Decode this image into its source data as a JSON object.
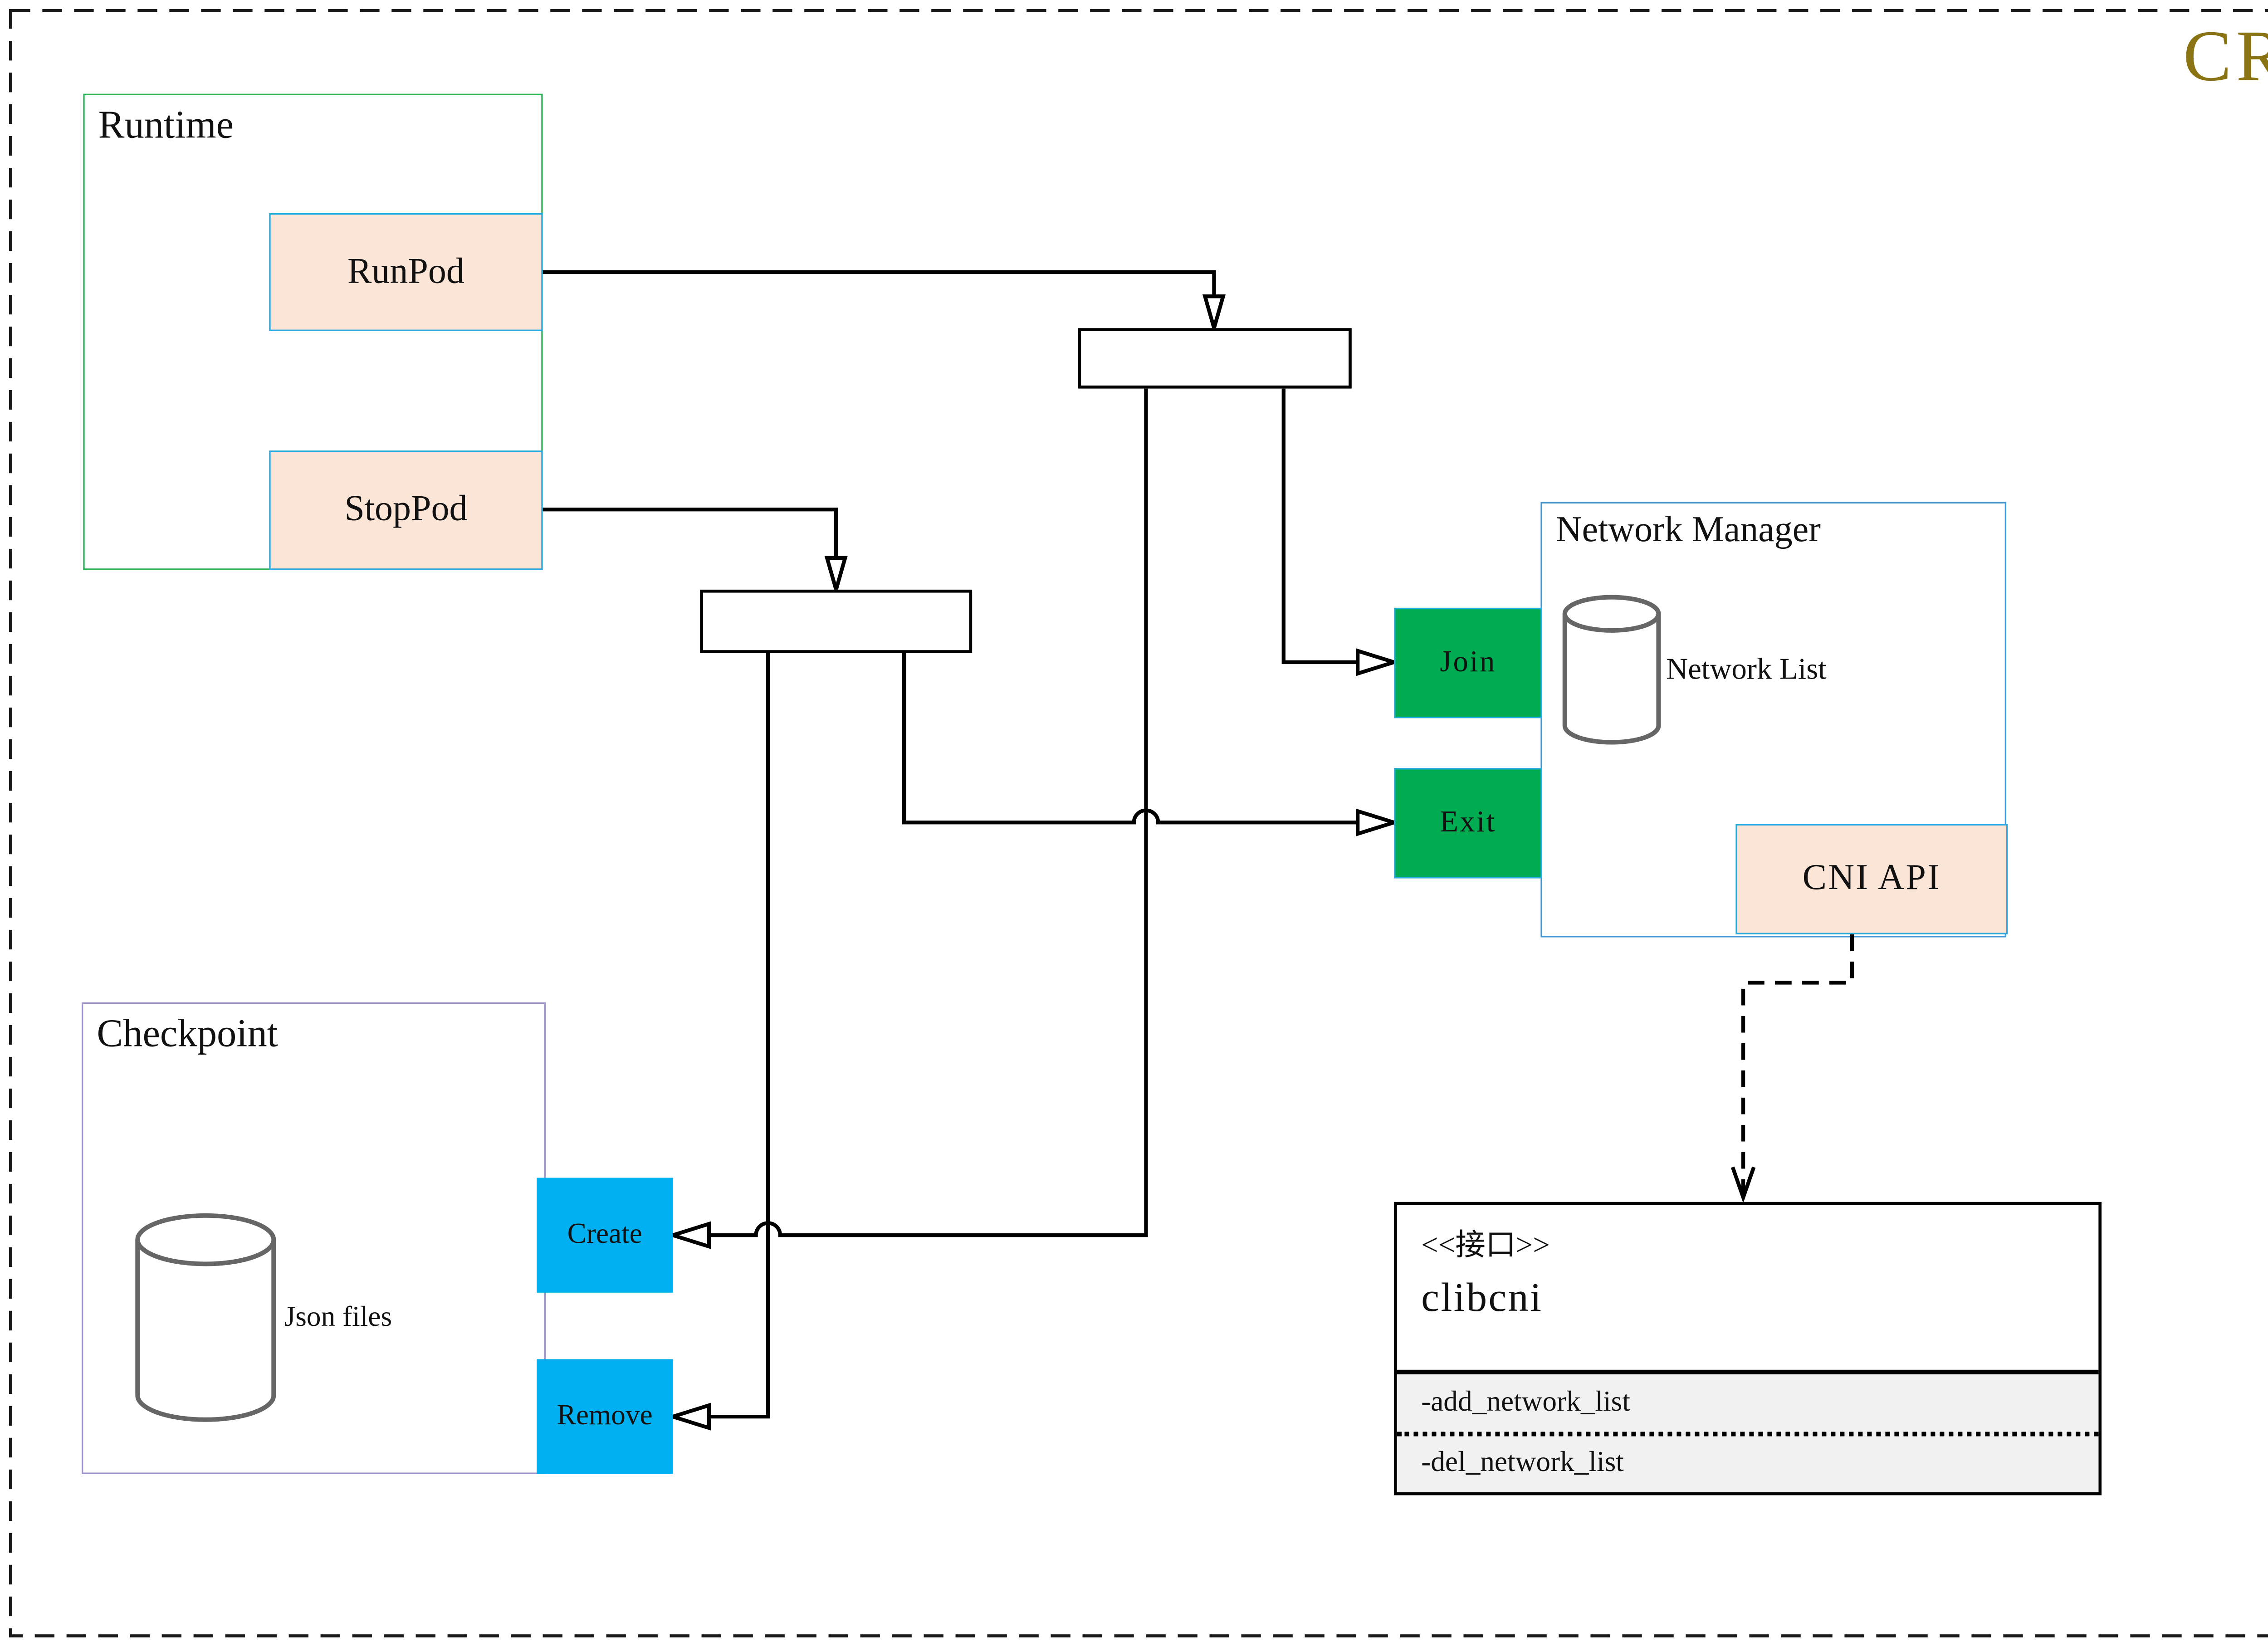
{
  "title": {
    "label": "CRI"
  },
  "runtime": {
    "title": "Runtime",
    "runpod": "RunPod",
    "stoppod": "StopPod"
  },
  "network_manager": {
    "title": "Network Manager",
    "network_list": "Network List",
    "join": "Join",
    "exit": "Exit",
    "cni_api": "CNI API"
  },
  "checkpoint": {
    "title": "Checkpoint",
    "json_files": "Json files",
    "create": "Create",
    "remove": "Remove"
  },
  "interface": {
    "stereotype": "<<接口>>",
    "name": "clibcni",
    "methods": [
      "-add_network_list",
      "-del_network_list"
    ]
  },
  "colors": {
    "title_gold": "#8A7313",
    "runtime_border": "#2BB45A",
    "nm_border": "#4596D1",
    "checkpoint_border": "#9E91C6",
    "node_border_blue": "#29ABE2",
    "peach_fill": "#FBE5D6",
    "green_fill": "#00AC52",
    "cyan_fill": "#00B0F0",
    "cylinder_gray": "#666666",
    "line_black": "#000000",
    "method_bg": "#F1F1F1",
    "page_bg": "#FFFFFF"
  }
}
